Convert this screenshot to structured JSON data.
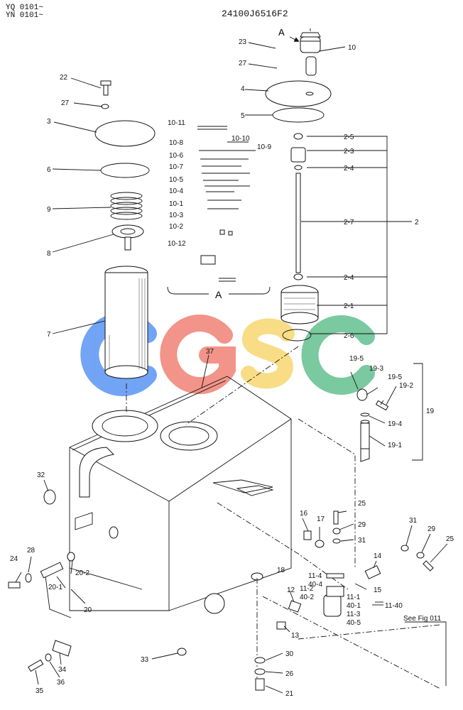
{
  "header": {
    "serial_line1": "YQ 0101~",
    "serial_line2": "YN 0101~",
    "drawing_code": "24100J6516F2"
  },
  "watermark": {
    "text": "CGSC",
    "colors": [
      "#4f8ef7",
      "#f07a6e",
      "#f7d56b",
      "#5dbb8a"
    ]
  },
  "detail": {
    "view_label": "A",
    "arrow_label": "A"
  },
  "reference": {
    "see_fig": "See Fig 011"
  },
  "callouts": {
    "p23": "23",
    "p10": "10",
    "p27a": "27",
    "p4": "4",
    "p5": "5",
    "p22": "22",
    "p27b": "27",
    "p3": "3",
    "p6": "6",
    "p9": "9",
    "p8": "8",
    "p7": "7",
    "p10_11": "10-11",
    "p10_10": "10-10",
    "p10_9": "10-9",
    "p10_8": "10-8",
    "p10_6": "10-6",
    "p10_7": "10-7",
    "p10_5": "10-5",
    "p10_4": "10-4",
    "p10_1": "10-1",
    "p10_3": "10-3",
    "p10_2": "10-2",
    "p10_12": "10-12",
    "p2_5": "2-5",
    "p2_3": "2-3",
    "p2_4a": "2-4",
    "p2": "2",
    "p2_7": "2-7",
    "p2_4b": "2-4",
    "p2_1": "2-1",
    "p2_6": "2-6",
    "p37": "37",
    "p19_5a": "19-5",
    "p19_3": "19-3",
    "p19_5b": "19-5",
    "p19_2": "19-2",
    "p19": "19",
    "p19_4": "19-4",
    "p19_1": "19-1",
    "p32": "32",
    "p25a": "25",
    "p16": "16",
    "p17": "17",
    "p29a": "29",
    "p31a": "31",
    "p31b": "31",
    "p29b": "29",
    "p25b": "25",
    "p14": "14",
    "p18": "18",
    "p11_4": "11-4",
    "p40_4": "40-4",
    "p15": "15",
    "p12": "12",
    "p11_2": "11-2",
    "p40_2": "40-2",
    "p11_1": "11-1",
    "p40_1": "40-1",
    "p11_40": "11-40",
    "p11_3": "11-3",
    "p40_5": "40-5",
    "p13": "13",
    "p24": "24",
    "p28": "28",
    "p20_2": "20-2",
    "p20_1": "20-1",
    "p20": "20",
    "p33": "33",
    "p30": "30",
    "p26": "26",
    "p21": "21",
    "p34": "34",
    "p35": "35",
    "p36": "36"
  }
}
